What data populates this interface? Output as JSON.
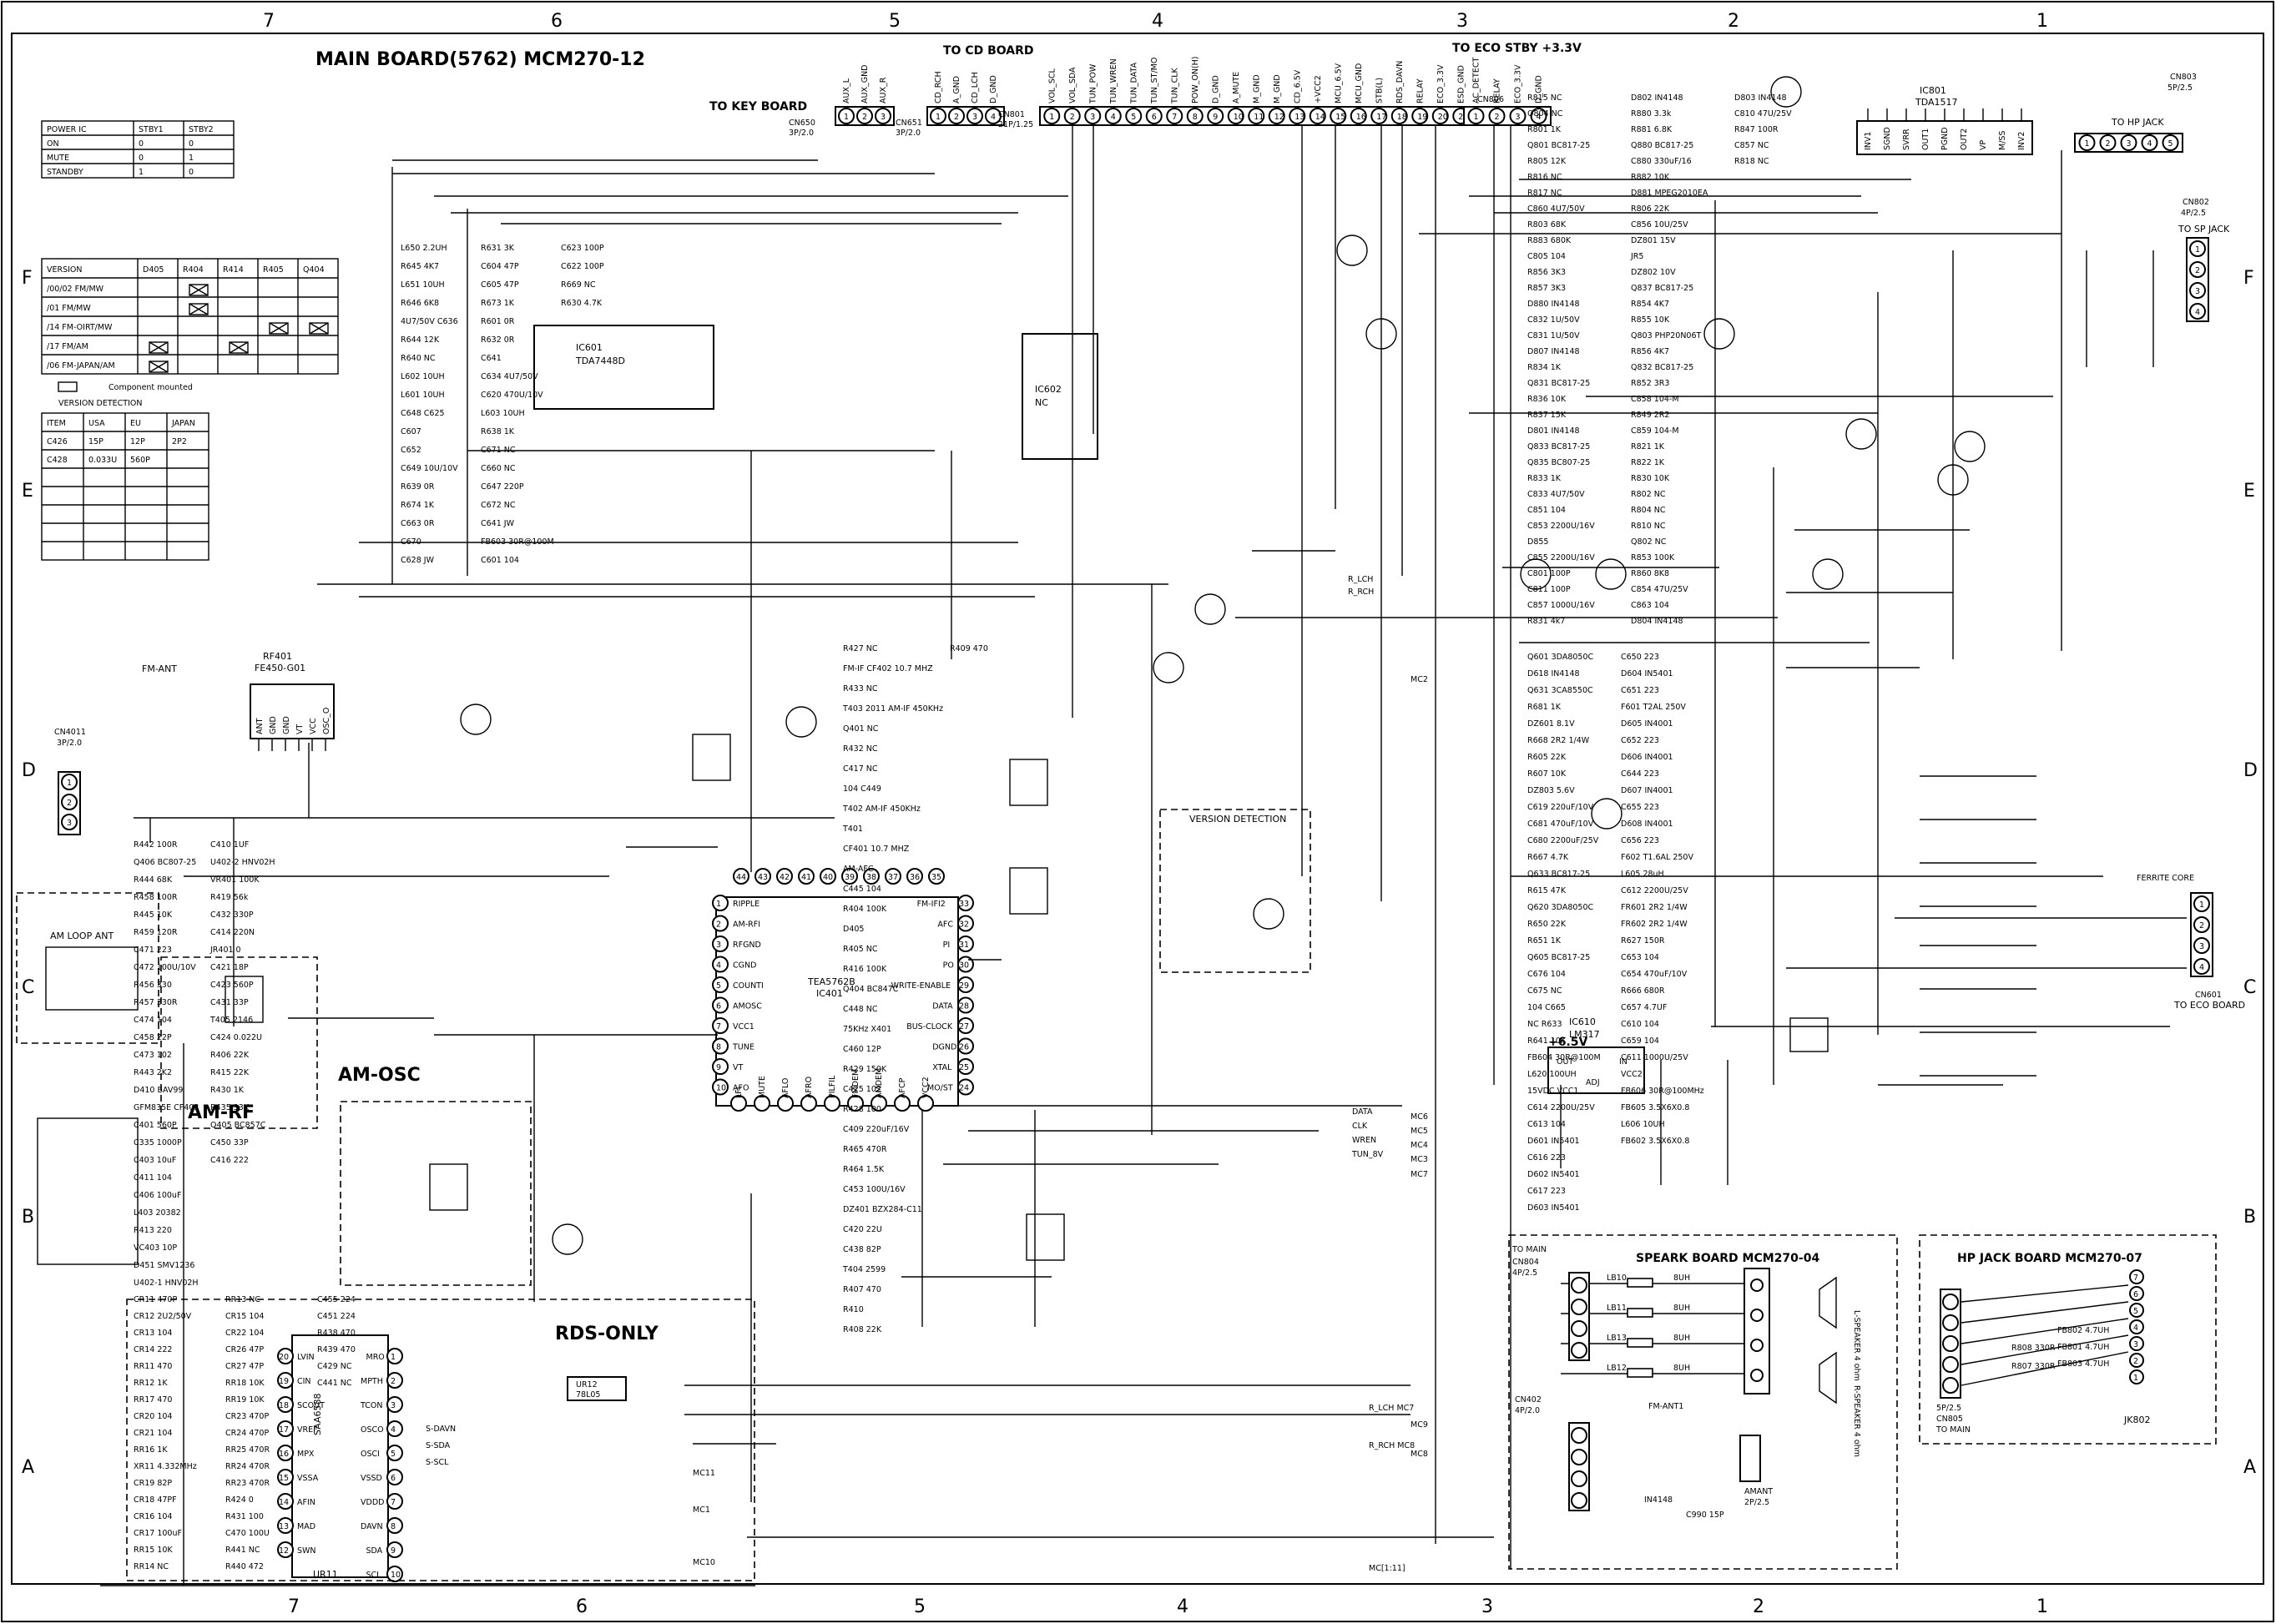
{
  "title": "MAIN BOARD(5762) MCM270-12",
  "zone_cols": [
    "7",
    "6",
    "5",
    "4",
    "3",
    "2",
    "1"
  ],
  "zone_rows": [
    "F",
    "E",
    "D",
    "C",
    "B",
    "A"
  ],
  "headings": {
    "key_board": "TO KEY BOARD",
    "cd_board": "TO CD BOARD",
    "eco_stby": "TO ECO STBY +3.3V",
    "hp_jack": "TO HP JACK",
    "sp_jack": "TO SP JACK",
    "eco_board": "TO ECO BOARD",
    "rds_only": "RDS-ONLY",
    "am_rf": "AM-RF",
    "am_osc": "AM-OSC",
    "am_loop": "AM LOOP ANT",
    "fm_ant": "FM-ANT",
    "version_detection": "VERSION DETECTION",
    "ferrite": "FERRITE CORE",
    "v65": "+6.5V",
    "component_mounted": "Component mounted",
    "page_ref": "MC[1:11]"
  },
  "power_table": {
    "headers": [
      "POWER IC",
      "STBY1",
      "STBY2"
    ],
    "rows": [
      [
        "ON",
        "0",
        "0"
      ],
      [
        "MUTE",
        "0",
        "1"
      ],
      [
        "STANDBY",
        "1",
        "0"
      ]
    ]
  },
  "version_table": {
    "headers": [
      "VERSION",
      "D405",
      "R404",
      "R414",
      "R405",
      "Q404"
    ],
    "rows": [
      "/00/02 FM/MW",
      "/01 FM/MW",
      "/14 FM-OIRT/MW",
      "/17 FM/AM",
      "/06 FM-JAPAN/AM"
    ]
  },
  "detect_table": {
    "title": "VERSION DETECTION",
    "headers": [
      "ITEM",
      "USA",
      "EU",
      "JAPAN"
    ],
    "rows": [
      [
        "C426",
        "15P",
        "12P",
        "2P2"
      ],
      [
        "C428",
        "0.033U",
        "560P",
        ""
      ]
    ]
  },
  "connectors": {
    "cn650": {
      "name": "CN650",
      "spec": "3P/2.0",
      "pins": [
        "AUX_L",
        "AUX_GND",
        "AUX_R"
      ]
    },
    "cn651": {
      "name": "CN651",
      "spec": "3P/2.0",
      "pins": [
        "CD_RCH",
        "A_GND",
        "CD_LCH",
        "D_GND"
      ]
    },
    "cn801": {
      "name": "CN801",
      "spec": "21P/1.25",
      "pins": [
        "VOL_SCL",
        "VOL_SDA",
        "TUN_POW",
        "TUN_WREN",
        "TUN_DATA",
        "TUN_ST/MO",
        "TUN_CLK",
        "POW_ON(H)",
        "D_GND",
        "A_MUTE",
        "M_GND",
        "M_GND",
        "CD_6.5V",
        "+VCC2",
        "MCU_6.5V",
        "MCU_GND",
        "STB(L)",
        "RDS_DAVN",
        "RELAY",
        "ECO_3.3V",
        "ESD_GND"
      ]
    },
    "cn806": {
      "name": "CN806",
      "pins": [
        "AC_DETECT",
        "RELAY",
        "ECO_3.3V",
        "D_GND"
      ]
    },
    "cn803": {
      "name": "CN803",
      "spec": "5P/2.5"
    },
    "cn802": {
      "name": "CN802",
      "spec": "4P/2.5"
    },
    "cn4011": {
      "name": "CN4011",
      "spec": "3P/2.0"
    },
    "cn601": {
      "name": "CN601"
    }
  },
  "ics": {
    "ic801": {
      "name": "IC801",
      "part": "TDA1517",
      "pins": [
        "INV1",
        "SGND",
        "SVRR",
        "OUT1",
        "PGND",
        "OUT2",
        "VP",
        "M/SS",
        "INV2"
      ]
    },
    "ic601": {
      "name": "IC601",
      "part": "TDA7448D"
    },
    "ic602": {
      "name": "IC602",
      "part": "NC"
    },
    "ic401": {
      "name": "IC401",
      "part": "TEA5762B"
    },
    "ic610": {
      "name": "IC610",
      "part": "LM317",
      "pins": [
        "OUT",
        "IN",
        "ADJ"
      ]
    },
    "ur11": {
      "name": "UR11",
      "part": "SAA6588",
      "left": [
        "LVIN",
        "CIN",
        "SCOUT",
        "VREF",
        "MPX",
        "VSSA",
        "AFIN",
        "MAD",
        "SWN"
      ],
      "right": [
        "MRO",
        "MPTH",
        "TCON",
        "OSCO",
        "OSCI",
        "VSSD",
        "VDDD",
        "DAVN",
        "SDA",
        "SCL"
      ]
    },
    "ur12": {
      "name": "UR12",
      "part": "78L05"
    },
    "rf401": {
      "name": "RF401",
      "part": "FE450-G01",
      "pins": [
        "ANT",
        "GND",
        "GND",
        "VT",
        "VCC",
        "OSC_O"
      ]
    }
  },
  "tea_pins": {
    "left": [
      "RIPPLE",
      "AM-RFI",
      "RFGND",
      "CGND",
      "COUNTI",
      "AMOSC",
      "VCC1",
      "TUNE",
      "VT",
      "AFO"
    ],
    "right": [
      "FM-IFI2",
      "AFC",
      "PI",
      "PO",
      "WRITE-ENABLE",
      "DATA",
      "BUS-CLOCK",
      "DGND",
      "XTAL",
      "MO/ST"
    ],
    "bottom": [
      "LFI",
      "MUTE",
      "AFLO",
      "AFRO",
      "PILFIL",
      "FMDEM",
      "AMDEM",
      "AFCP",
      "VCC2"
    ]
  },
  "subboards": {
    "speaker": {
      "title": "SPEARK BOARD MCM270-04",
      "to": "TO MAIN",
      "cn": "CN804",
      "cn_spec": "4P/2.5",
      "coils": [
        "LB10",
        "LB11",
        "LB13",
        "LB12"
      ],
      "coil_val": "8UH",
      "speakers": [
        "L-SPEAKER 4 ohm",
        "R-SPEAKER 4 ohm"
      ],
      "cn402": "CN402",
      "cn402_spec": "4P/2.0",
      "fm_ant": "FM-ANT1",
      "amant": "AMANT",
      "amant_spec": "2P/2.5",
      "diodes": "IN4148",
      "cap": "C990 15P"
    },
    "hpjack": {
      "title": "HP JACK BOARD MCM270-07",
      "cn": "CN805",
      "cn_spec": "5P/2.5",
      "to": "TO MAIN",
      "jack": "JK802",
      "parts": [
        "FB802 4.7UH",
        "FB801 4.7UH",
        "FB803 4.7UH",
        "R808 330R",
        "R807 330R"
      ]
    }
  },
  "nets": [
    "R_LCH",
    "R_RCH",
    "MC2",
    "MC6",
    "MC5",
    "MC4",
    "MC3",
    "MC7",
    "MC8",
    "MC9",
    "MC10",
    "MC11",
    "MC1",
    "DATA",
    "CLK",
    "WREN",
    "TUN_8V",
    "S-DAVN",
    "S-SDA",
    "S-SCL",
    "R_RCH MC8",
    "R_LCH MC7"
  ],
  "parts": {
    "top_left": [
      "L650 2.2UH",
      "R645 4K7",
      "L651 10UH",
      "R646 6K8",
      "4U7/50V C636",
      "R644 12K",
      "R640 NC",
      "L602 10UH",
      "L601 10UH",
      "C648 C625",
      "C607",
      "C652",
      "C649 10U/10V",
      "R639 0R",
      "R674 1K",
      "C663 0R",
      "C670",
      "C628 JW",
      "R631 3K",
      "C604 47P",
      "C605 47P",
      "R673 1K",
      "R601 0R",
      "R632 0R",
      "C641",
      "C634 4U7/50V",
      "C620 470U/10V",
      "L603 10UH",
      "R638 1K",
      "C671 NC",
      "C660 NC",
      "C647 220P",
      "C672 NC",
      "C641 JW",
      "FB603 30R@100M",
      "C601 104",
      "C623 100P",
      "C622 100P",
      "R669 NC",
      "R630 4.7K"
    ],
    "tuner": [
      "R427 NC",
      "FM-IF CF402 10.7 MHZ",
      "R433 NC",
      "T403 2011 AM-IF 450KHz",
      "Q401 NC",
      "R432 NC",
      "C417 NC",
      "104 C449",
      "T402 AM-IF 450KHz",
      "T401",
      "CF401 10.7 MHZ",
      "AM-AFC",
      "C445 104",
      "R404 100K",
      "D405",
      "R405 NC",
      "R416 100K",
      "Q404 BC847C",
      "C448 NC",
      "75KHz X401",
      "C460 12P",
      "R429 150K",
      "C425 102",
      "R428 100",
      "C409 220uF/16V",
      "R465 470R",
      "R464 1.5K",
      "C453 100U/16V",
      "DZ401 BZX284-C11",
      "C420 22U",
      "C438 82P",
      "T404 2599",
      "R407 470",
      "R410",
      "R408 22K",
      "R409 470"
    ],
    "rf": [
      "R442 100R",
      "Q406 BC807-25",
      "R444 68K",
      "R458 100R",
      "R445 10K",
      "R459 120R",
      "C471 223",
      "C472 100U/10V",
      "R456 330",
      "R457 330R",
      "C474 104",
      "C458 22P",
      "C473 102",
      "R443 2K2",
      "D410 BAV99",
      "GFM835E CF403",
      "C401 560P",
      "C335 1000P",
      "C403 10uF",
      "C411 104",
      "C406 100uF",
      "L403 20382",
      "R413 220",
      "VC403 10P",
      "D451 SMV1236",
      "U402-1 HNV02H",
      "C410 1UF",
      "U402-2 HNV02H",
      "VR401 100K",
      "R419 56k",
      "C432 330P",
      "C414 220N",
      "JR401 0",
      "C421 18P",
      "C423 560P",
      "C431 33P",
      "T405 2146",
      "C424 0.022U",
      "R406 22K",
      "R415 22K",
      "R430 1K",
      "R435 33K",
      "Q405 BC857C",
      "C450 33P",
      "C416 222"
    ],
    "rds": [
      "CR11 470P",
      "CR12 2U2/50V",
      "CR13 104",
      "CR14 222",
      "RR11 470",
      "RR12 1K",
      "RR17 470",
      "CR20 104",
      "CR21 104",
      "RR16 1K",
      "XR11 4.332MHz",
      "CR19 82P",
      "CR18 47PF",
      "CR16 104",
      "CR17 100uF",
      "RR15 10K",
      "RR14 NC",
      "RR13 NC",
      "CR15 104",
      "CR22 104",
      "CR26 47P",
      "CR27 47P",
      "RR18 10K",
      "RR19 10K",
      "CR23 470P",
      "CR24 470P",
      "RR25 470R",
      "RR24 470R",
      "RR23 470R",
      "R424 0",
      "R431 100",
      "C470 100U",
      "R441 NC",
      "R440 472",
      "C455 224",
      "C451 224",
      "R438 470",
      "R439 470",
      "C429 NC",
      "C441 NC"
    ],
    "amp": [
      "R815 NC",
      "Q804 NC",
      "R801 1K",
      "Q801 BC817-25",
      "R805 12K",
      "R816 NC",
      "R817 NC",
      "C860 4U7/50V",
      "R803 68K",
      "R883 680K",
      "C805 104",
      "R856 3K3",
      "R857 3K3",
      "D880 IN4148",
      "C832 1U/50V",
      "C831 1U/50V",
      "D807 IN4148",
      "R834 1K",
      "Q831 BC817-25",
      "R836 10K",
      "R837 15K",
      "D801 IN4148",
      "Q833 BC817-25",
      "Q835 BC807-25",
      "R833 1K",
      "C833 4U7/50V",
      "C851 104",
      "C853 2200U/16V",
      "D855",
      "C855 2200U/16V",
      "C801 100P",
      "C811 100P",
      "C857 1000U/16V",
      "R831 4k7",
      "D802 IN4148",
      "R880 3.3k",
      "R881 6.8K",
      "Q880 BC817-25",
      "C880 330uF/16",
      "R882 10K",
      "D881 MPEG2010EA",
      "R806 22K",
      "C856 10U/25V",
      "DZ801 15V",
      "JR5",
      "DZ802 10V",
      "Q837 BC817-25",
      "R854 4K7",
      "R855 10K",
      "Q803 PHP20N06T",
      "R856 4K7",
      "Q832 BC817-25",
      "R852 3R3",
      "C858 104-M",
      "R849 2R2",
      "C859 104-M",
      "R821 1K",
      "R822 1K",
      "R830 10K",
      "R802 NC",
      "R804 NC",
      "R810 NC",
      "Q802 NC",
      "R853 100K",
      "R860 8K8",
      "C854 47U/25V",
      "C863 104",
      "D804 IN4148",
      "D803 IN4148",
      "C810 47U/25V",
      "R847 100R",
      "C857 NC",
      "R818 NC"
    ],
    "power": [
      "Q601 3DA8050C",
      "D618 IN4148",
      "Q631 3CA8550C",
      "R681 1K",
      "DZ601 8.1V",
      "R668 2R2 1/4W",
      "R605 22K",
      "R607 10K",
      "DZ803 5.6V",
      "C619 220uF/10V",
      "C681 470uF/10V",
      "C680 2200uF/25V",
      "R667 4.7K",
      "Q633 BC817-25",
      "R615 47K",
      "Q620 3DA8050C",
      "R650 22K",
      "R651 1K",
      "Q605 BC817-25",
      "C676 104",
      "C675 NC",
      "104 C665",
      "NC R633",
      "R641 10K",
      "FB604 30R@100M",
      "L620 100UH",
      "15VDC VCC1",
      "C614 2200U/25V",
      "C613 104",
      "D601 IN5401",
      "C616 223",
      "D602 IN5401",
      "C617 223",
      "D603 IN5401",
      "C650 223",
      "D604 IN5401",
      "C651 223",
      "F601 T2AL 250V",
      "D605 IN4001",
      "C652 223",
      "D606 IN4001",
      "C644 223",
      "D607 IN4001",
      "C655 223",
      "D608 IN4001",
      "C656 223",
      "F602 T1.6AL 250V",
      "L605 28uH",
      "C612 2200U/25V",
      "FR601 2R2 1/4W",
      "FR602 2R2 1/4W",
      "R627 150R",
      "C653 104",
      "C654 470uF/10V",
      "R666 680R",
      "C657 4.7UF",
      "C610 104",
      "C659 104",
      "C611 1000U/25V",
      "VCC2",
      "FB606 30R@100MHz",
      "FB605 3.5X6X0.8",
      "L606 10UH",
      "FB602 3.5X6X0.8"
    ]
  }
}
